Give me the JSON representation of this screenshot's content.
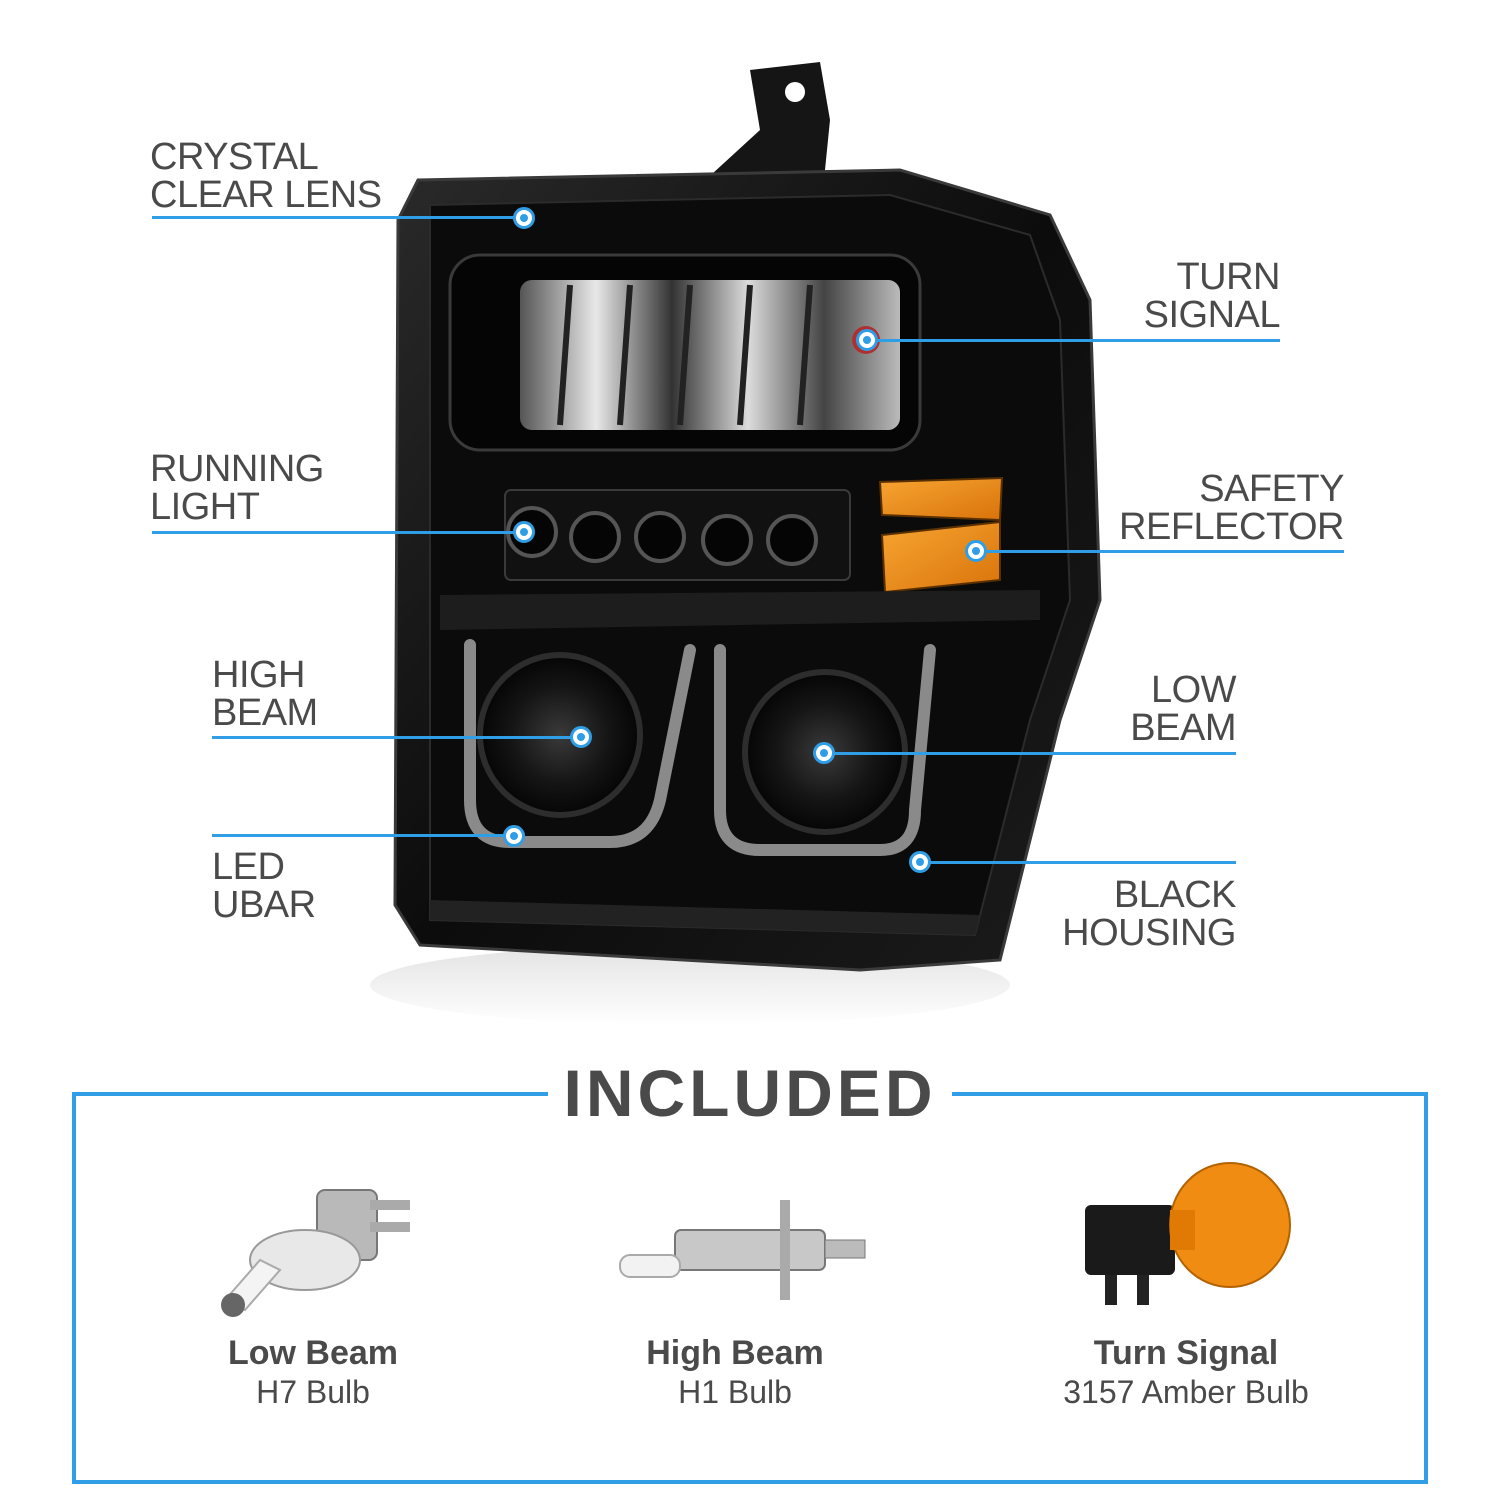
{
  "callouts": {
    "crystal_clear_lens": [
      "CRYSTAL",
      "CLEAR LENS"
    ],
    "turn_signal": [
      "TURN",
      "SIGNAL"
    ],
    "running_light": [
      "RUNNING",
      "LIGHT"
    ],
    "safety_reflector": [
      "SAFETY",
      "REFLECTOR"
    ],
    "high_beam": [
      "HIGH",
      "BEAM"
    ],
    "low_beam": [
      "LOW",
      "BEAM"
    ],
    "led_ubar": [
      "LED",
      "UBAR"
    ],
    "black_housing": [
      "BLACK",
      "HOUSING"
    ]
  },
  "included": {
    "title": "INCLUDED",
    "items": [
      {
        "name": "Low Beam",
        "type": "H7 Bulb"
      },
      {
        "name": "High Beam",
        "type": "H1 Bulb"
      },
      {
        "name": "Turn Signal",
        "type": "3157 Amber Bulb"
      }
    ]
  },
  "colors": {
    "accent": "#2f9ee6",
    "text": "#4a4a4a",
    "amber": "#f08c12",
    "housing": "#111111"
  }
}
